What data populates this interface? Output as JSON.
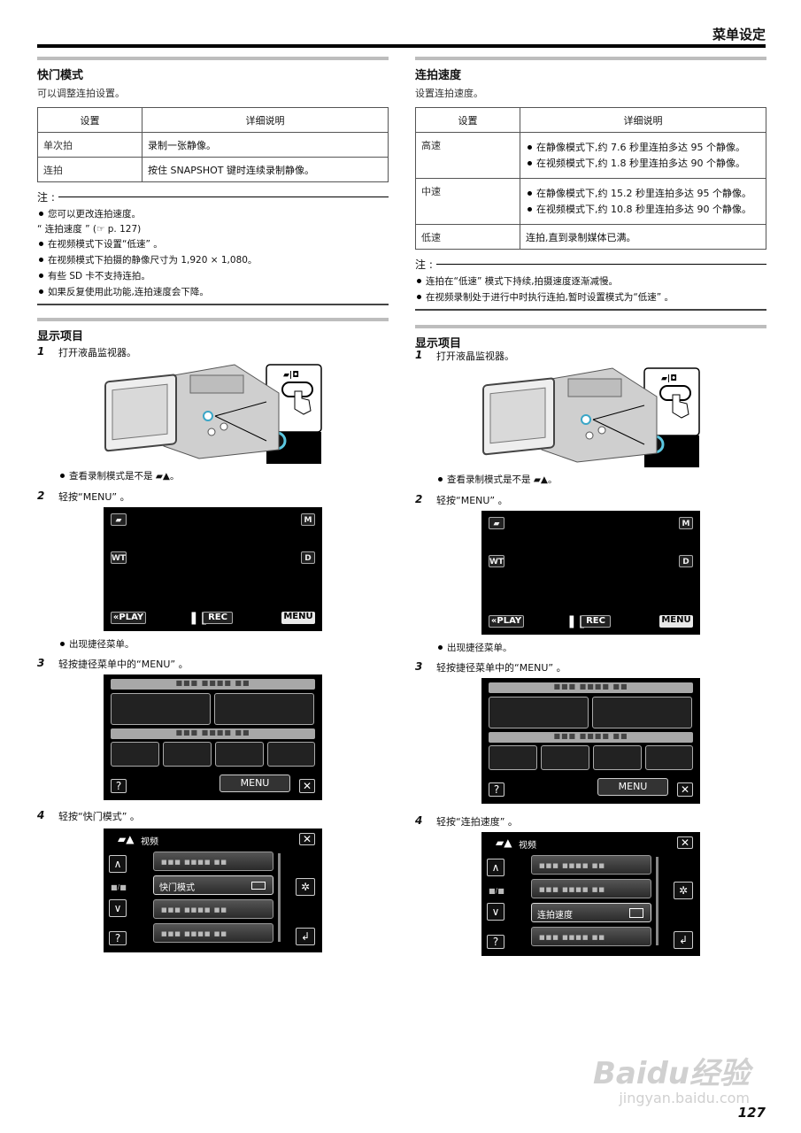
{
  "header": {
    "title": "菜单设定"
  },
  "left": {
    "section1": {
      "title": "快门模式",
      "desc": "可以调整连拍设置。",
      "table": {
        "headers": [
          "设置",
          "详细说明"
        ],
        "rows": [
          [
            "单次拍",
            "录制一张静像。"
          ],
          [
            "连拍",
            "按住 SNAPSHOT 键时连续录制静像。"
          ]
        ]
      },
      "note_label": "注 :",
      "notes": [
        {
          "bullet": true,
          "text": "您可以更改连拍速度。"
        },
        {
          "bullet": false,
          "text": "“ 连拍速度 ” (☞ p. 127)"
        },
        {
          "bullet": true,
          "text": "在视频模式下设置“低速” 。"
        },
        {
          "bullet": true,
          "text": "在视频模式下拍摄的静像尺寸为 1,920 × 1,080。"
        },
        {
          "bullet": true,
          "text": "有些 SD 卡不支持连拍。"
        },
        {
          "bullet": true,
          "text": "如果反复使用此功能,连拍速度会下降。"
        }
      ]
    },
    "section2": {
      "title": "显示项目",
      "steps": [
        {
          "num": "1",
          "text": "打开液晶监视器。",
          "sub": "查看录制模式是不是 ▰▲。"
        },
        {
          "num": "2",
          "text": "轻按“MENU” 。",
          "sub": "出现捷径菜单。"
        },
        {
          "num": "3",
          "text": "轻按捷径菜单中的“MENU” 。"
        },
        {
          "num": "4",
          "text": "轻按“快门模式” 。"
        }
      ],
      "screen4": {
        "header": "视频",
        "highlighted": "快门模式"
      }
    }
  },
  "right": {
    "section1": {
      "title": "连拍速度",
      "desc": "设置连拍速度。",
      "table": {
        "headers": [
          "设置",
          "详细说明"
        ],
        "rows": [
          {
            "name": "高速",
            "items": [
              "在静像模式下,约 7.6 秒里连拍多达 95 个静像。",
              "在视频模式下,约 1.8 秒里连拍多达 90 个静像。"
            ]
          },
          {
            "name": "中速",
            "items": [
              "在静像模式下,约 15.2 秒里连拍多达 95 个静像。",
              "在视频模式下,约 10.8 秒里连拍多达 90 个静像。"
            ]
          },
          {
            "name": "低速",
            "text": "连拍,直到录制媒体已满。"
          }
        ]
      },
      "note_label": "注 :",
      "notes": [
        "连拍在“低速” 模式下持续,拍摄速度逐渐减慢。",
        "在视频录制处于进行中时执行连拍,暂时设置模式为“低速” 。"
      ]
    },
    "section2": {
      "title": "显示项目",
      "steps": [
        {
          "num": "1",
          "text": "打开液晶监视器。",
          "sub": "查看录制模式是不是 ▰▲。"
        },
        {
          "num": "2",
          "text": "轻按“MENU” 。",
          "sub": "出现捷径菜单。"
        },
        {
          "num": "3",
          "text": "轻按捷径菜单中的“MENU” 。"
        },
        {
          "num": "4",
          "text": "轻按“连拍速度” 。"
        }
      ],
      "screen4": {
        "header": "视频",
        "highlighted": "连拍速度"
      }
    }
  },
  "ui": {
    "play": "«PLAY",
    "rec": "REC",
    "menu": "MENU",
    "m": "M",
    "d": "D",
    "wt": "WT",
    "help": "?",
    "close": "✕",
    "dots": "■■■ ■■■■ ■■"
  },
  "watermark": {
    "brand": "Baidu经验",
    "url": "jingyan.baidu.com"
  },
  "page_number": "127"
}
